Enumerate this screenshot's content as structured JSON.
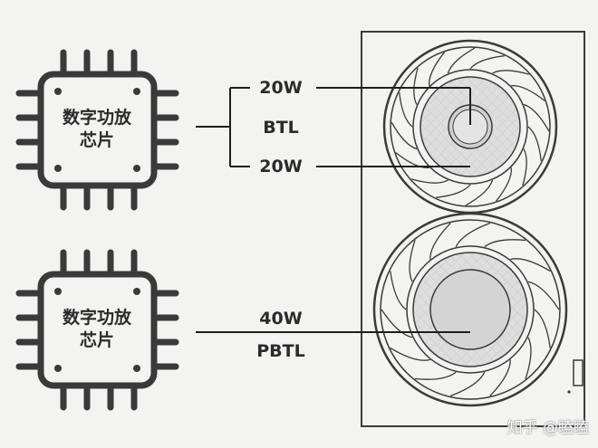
{
  "chips": [
    {
      "label_line1": "数字功放",
      "label_line2": "芯片"
    },
    {
      "label_line1": "数字功放",
      "label_line2": "芯片"
    }
  ],
  "amp_top": {
    "power_upper": "20W",
    "mode": "BTL",
    "power_lower": "20W"
  },
  "amp_bottom": {
    "power": "40W",
    "mode": "PBTL"
  },
  "watermark": "知乎 @瞌瞌",
  "colors": {
    "stroke": "#3a3a3a",
    "background": "#f3f3f1",
    "cone_fill": "#dcdcdc"
  }
}
